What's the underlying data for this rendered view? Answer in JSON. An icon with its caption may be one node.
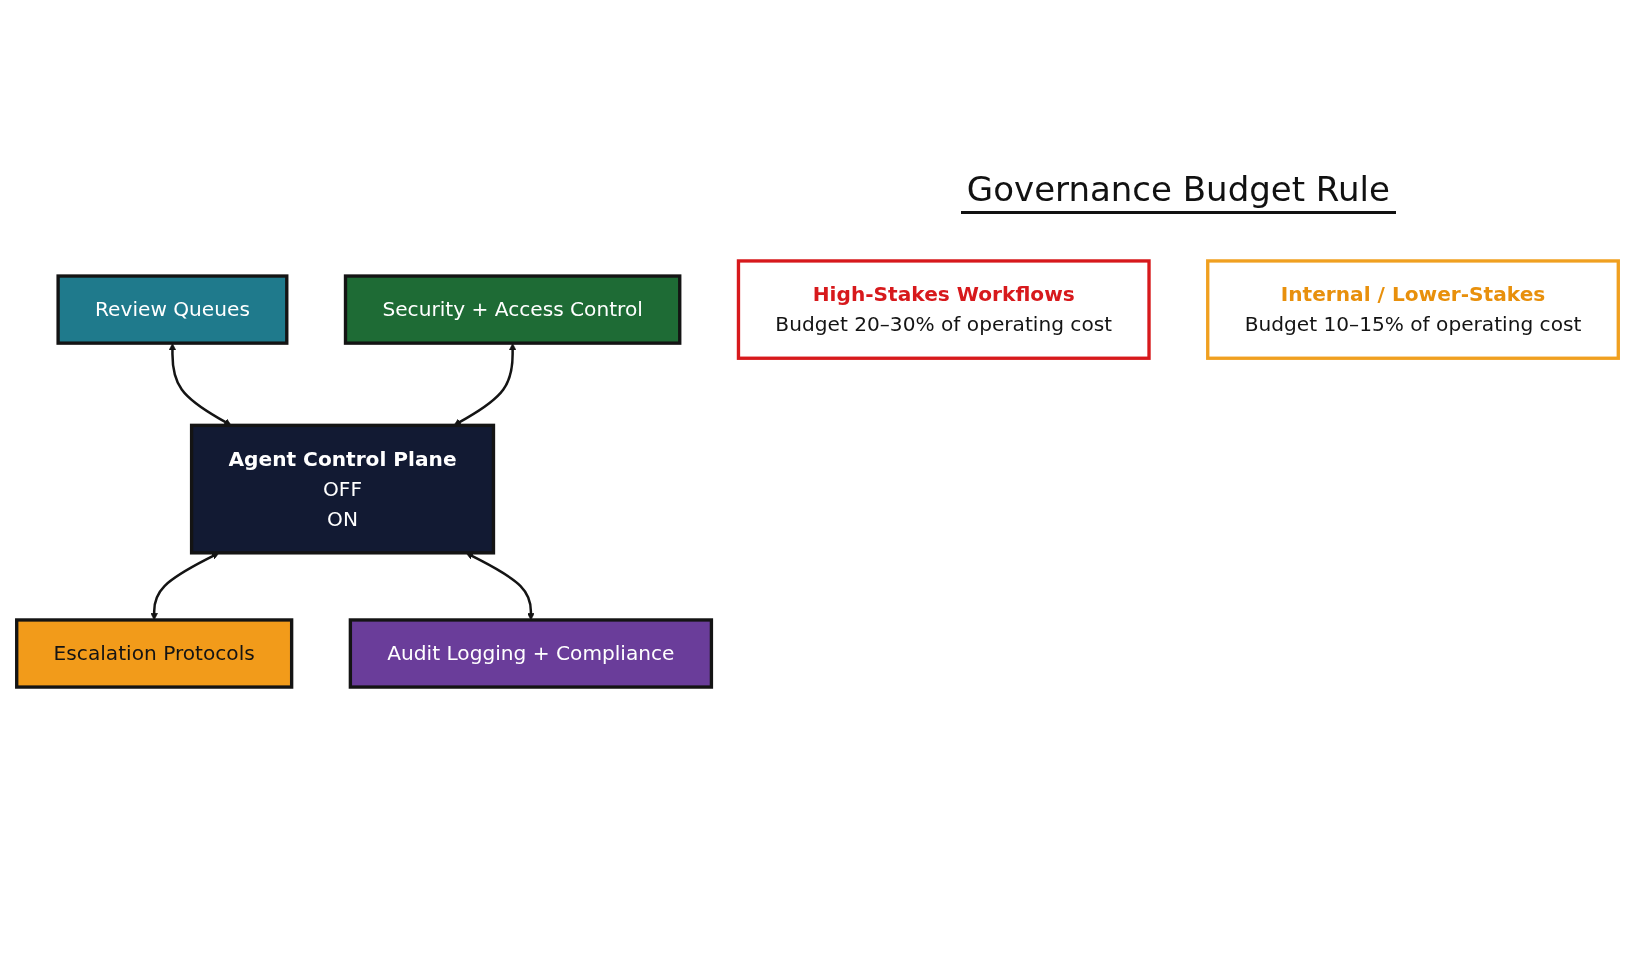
{
  "diagram": {
    "nodes": [
      {
        "text": [
          "Review Queues"
        ]
      },
      {
        "text": [
          "Security + Access Control"
        ]
      },
      {
        "text": [
          "Agent Control Plane",
          "OFF",
          "ON"
        ]
      },
      {
        "text": [
          "Escalation Protocols"
        ]
      },
      {
        "text": [
          "Audit Logging + Compliance"
        ]
      },
      {
        "text": [
          "High-Stakes Workflows",
          "Budget 20–30% of operating cost"
        ]
      },
      {
        "text": [
          "Internal / Lower-Stakes",
          "Budget 10–15% of operating cost"
        ]
      }
    ],
    "edges": [
      {
        "from": 0,
        "to": 2,
        "arrow": "both"
      },
      {
        "from": 1,
        "to": 2,
        "arrow": "both"
      },
      {
        "from": 2,
        "to": 3,
        "arrow": "both"
      },
      {
        "from": 2,
        "to": 4,
        "arrow": "both"
      }
    ],
    "labels": [
      "Governance Budget Rule"
    ]
  }
}
